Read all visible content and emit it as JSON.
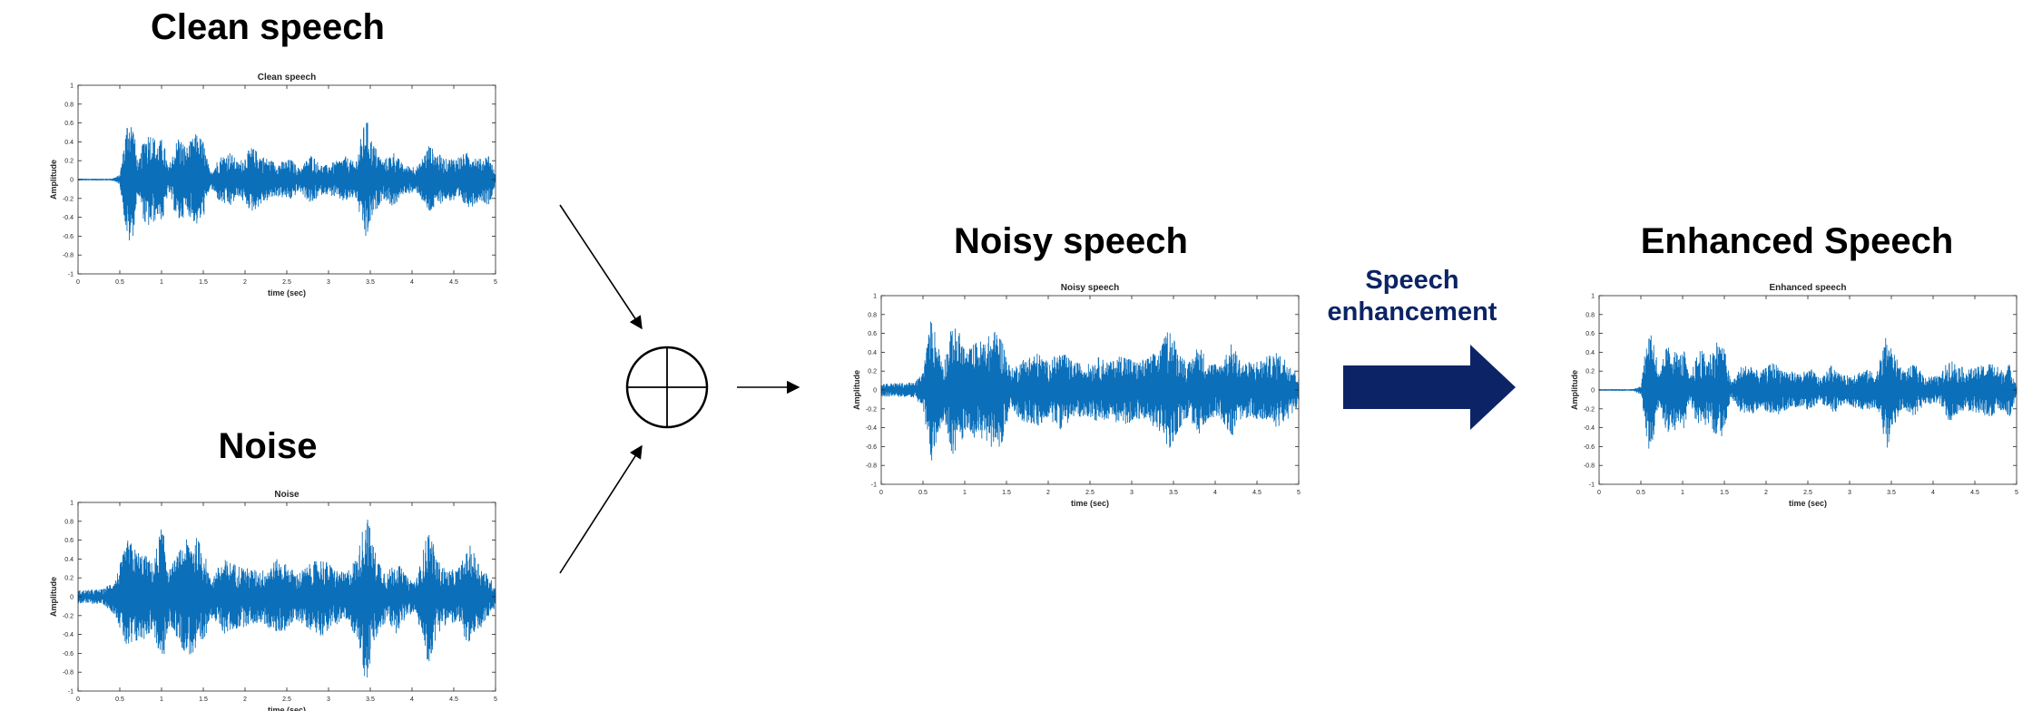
{
  "headings": {
    "clean": "Clean speech",
    "noise": "Noise",
    "noisy": "Noisy speech",
    "enhanced": "Enhanced Speech"
  },
  "process_label": {
    "line1": "Speech",
    "line2": "enhancement"
  },
  "colors": {
    "waveform": "#0b6fba",
    "arrow": "#0c2466",
    "axis": "#262626"
  },
  "chart_data": [
    {
      "id": "clean",
      "type": "line",
      "title": "Clean speech",
      "xlabel": "time (sec)",
      "ylabel": "Amplitude",
      "xlim": [
        0,
        5
      ],
      "ylim": [
        -1,
        1
      ],
      "xticks": [
        "0",
        "0.5",
        "1",
        "1.5",
        "2",
        "2.5",
        "3",
        "3.5",
        "4",
        "4.5",
        "5"
      ],
      "yticks": [
        "-1",
        "-0.8",
        "-0.6",
        "-0.4",
        "-0.2",
        "0",
        "0.2",
        "0.4",
        "0.6",
        "0.8",
        "1"
      ],
      "noise_floor": 0.01,
      "envelope": [
        [
          0.0,
          0.01
        ],
        [
          0.4,
          0.01
        ],
        [
          0.5,
          0.05
        ],
        [
          0.6,
          0.72
        ],
        [
          0.66,
          0.6
        ],
        [
          0.72,
          0.15
        ],
        [
          0.8,
          0.5
        ],
        [
          0.87,
          0.52
        ],
        [
          0.95,
          0.4
        ],
        [
          1.02,
          0.45
        ],
        [
          1.08,
          0.12
        ],
        [
          1.2,
          0.48
        ],
        [
          1.3,
          0.35
        ],
        [
          1.42,
          0.5
        ],
        [
          1.5,
          0.42
        ],
        [
          1.58,
          0.08
        ],
        [
          1.7,
          0.25
        ],
        [
          1.82,
          0.3
        ],
        [
          1.92,
          0.18
        ],
        [
          2.08,
          0.35
        ],
        [
          2.22,
          0.25
        ],
        [
          2.38,
          0.18
        ],
        [
          2.55,
          0.22
        ],
        [
          2.65,
          0.12
        ],
        [
          2.8,
          0.28
        ],
        [
          2.88,
          0.18
        ],
        [
          2.95,
          0.15
        ],
        [
          3.1,
          0.2
        ],
        [
          3.2,
          0.25
        ],
        [
          3.32,
          0.18
        ],
        [
          3.45,
          0.68
        ],
        [
          3.52,
          0.42
        ],
        [
          3.65,
          0.2
        ],
        [
          3.78,
          0.3
        ],
        [
          3.9,
          0.15
        ],
        [
          4.08,
          0.15
        ],
        [
          4.2,
          0.38
        ],
        [
          4.28,
          0.3
        ],
        [
          4.4,
          0.22
        ],
        [
          4.55,
          0.25
        ],
        [
          4.7,
          0.3
        ],
        [
          4.82,
          0.22
        ],
        [
          4.92,
          0.28
        ],
        [
          5.0,
          0.05
        ]
      ]
    },
    {
      "id": "noise",
      "type": "line",
      "title": "Noise",
      "xlabel": "time (sec)",
      "ylabel": "Amplitude",
      "xlim": [
        0,
        5
      ],
      "ylim": [
        -1,
        1
      ],
      "xticks": [
        "0",
        "0.5",
        "1",
        "1.5",
        "2",
        "2.5",
        "3",
        "3.5",
        "4",
        "4.5",
        "5"
      ],
      "yticks": [
        "-1",
        "-0.8",
        "-0.6",
        "-0.4",
        "-0.2",
        "0",
        "0.2",
        "0.4",
        "0.6",
        "0.8",
        "1"
      ],
      "noise_floor": 0.07,
      "envelope": [
        [
          0.0,
          0.07
        ],
        [
          0.3,
          0.08
        ],
        [
          0.45,
          0.2
        ],
        [
          0.6,
          0.62
        ],
        [
          0.7,
          0.5
        ],
        [
          0.8,
          0.45
        ],
        [
          0.9,
          0.35
        ],
        [
          1.0,
          0.78
        ],
        [
          1.1,
          0.3
        ],
        [
          1.28,
          0.6
        ],
        [
          1.4,
          0.65
        ],
        [
          1.5,
          0.55
        ],
        [
          1.58,
          0.2
        ],
        [
          1.75,
          0.4
        ],
        [
          1.9,
          0.35
        ],
        [
          2.05,
          0.3
        ],
        [
          2.2,
          0.28
        ],
        [
          2.38,
          0.4
        ],
        [
          2.5,
          0.35
        ],
        [
          2.62,
          0.25
        ],
        [
          2.78,
          0.35
        ],
        [
          2.92,
          0.42
        ],
        [
          3.08,
          0.3
        ],
        [
          3.2,
          0.25
        ],
        [
          3.35,
          0.45
        ],
        [
          3.45,
          0.95
        ],
        [
          3.55,
          0.5
        ],
        [
          3.7,
          0.25
        ],
        [
          3.8,
          0.4
        ],
        [
          3.95,
          0.2
        ],
        [
          4.05,
          0.18
        ],
        [
          4.2,
          0.75
        ],
        [
          4.3,
          0.4
        ],
        [
          4.42,
          0.28
        ],
        [
          4.55,
          0.3
        ],
        [
          4.7,
          0.55
        ],
        [
          4.85,
          0.3
        ],
        [
          5.0,
          0.12
        ]
      ]
    },
    {
      "id": "noisy",
      "type": "line",
      "title": "Noisy speech",
      "xlabel": "time (sec)",
      "ylabel": "Amplitude",
      "xlim": [
        0,
        5
      ],
      "ylim": [
        -1,
        1
      ],
      "xticks": [
        "0",
        "0.5",
        "1",
        "1.5",
        "2",
        "2.5",
        "3",
        "3.5",
        "4",
        "4.5",
        "5"
      ],
      "yticks": [
        "-1",
        "-0.8",
        "-0.6",
        "-0.4",
        "-0.2",
        "0",
        "0.2",
        "0.4",
        "0.6",
        "0.8",
        "1"
      ],
      "noise_floor": 0.07,
      "envelope": [
        [
          0.0,
          0.07
        ],
        [
          0.4,
          0.08
        ],
        [
          0.5,
          0.2
        ],
        [
          0.6,
          0.8
        ],
        [
          0.68,
          0.5
        ],
        [
          0.75,
          0.3
        ],
        [
          0.85,
          0.7
        ],
        [
          0.95,
          0.6
        ],
        [
          1.02,
          0.4
        ],
        [
          1.1,
          0.5
        ],
        [
          1.25,
          0.55
        ],
        [
          1.38,
          0.65
        ],
        [
          1.45,
          0.55
        ],
        [
          1.55,
          0.22
        ],
        [
          1.72,
          0.35
        ],
        [
          1.88,
          0.4
        ],
        [
          2.0,
          0.3
        ],
        [
          2.15,
          0.42
        ],
        [
          2.3,
          0.3
        ],
        [
          2.48,
          0.28
        ],
        [
          2.6,
          0.35
        ],
        [
          2.75,
          0.3
        ],
        [
          2.9,
          0.4
        ],
        [
          3.05,
          0.3
        ],
        [
          3.2,
          0.35
        ],
        [
          3.35,
          0.45
        ],
        [
          3.45,
          0.7
        ],
        [
          3.55,
          0.45
        ],
        [
          3.68,
          0.28
        ],
        [
          3.8,
          0.5
        ],
        [
          3.92,
          0.3
        ],
        [
          4.05,
          0.28
        ],
        [
          4.2,
          0.5
        ],
        [
          4.32,
          0.3
        ],
        [
          4.45,
          0.3
        ],
        [
          4.6,
          0.35
        ],
        [
          4.75,
          0.4
        ],
        [
          4.9,
          0.3
        ],
        [
          5.0,
          0.15
        ]
      ]
    },
    {
      "id": "enhanced",
      "type": "line",
      "title": "Enhanced speech",
      "xlabel": "time (sec)",
      "ylabel": "Amplitude",
      "xlim": [
        0,
        5
      ],
      "ylim": [
        -1,
        1
      ],
      "xticks": [
        "0",
        "0.5",
        "1",
        "1.5",
        "2",
        "2.5",
        "3",
        "3.5",
        "4",
        "4.5",
        "5"
      ],
      "yticks": [
        "-1",
        "-0.8",
        "-0.6",
        "-0.4",
        "-0.2",
        "0",
        "0.2",
        "0.4",
        "0.6",
        "0.8",
        "1"
      ],
      "noise_floor": 0.01,
      "envelope": [
        [
          0.0,
          0.01
        ],
        [
          0.4,
          0.01
        ],
        [
          0.5,
          0.05
        ],
        [
          0.6,
          0.72
        ],
        [
          0.66,
          0.55
        ],
        [
          0.72,
          0.15
        ],
        [
          0.8,
          0.45
        ],
        [
          0.87,
          0.48
        ],
        [
          0.95,
          0.38
        ],
        [
          1.02,
          0.42
        ],
        [
          1.08,
          0.12
        ],
        [
          1.2,
          0.45
        ],
        [
          1.3,
          0.35
        ],
        [
          1.42,
          0.55
        ],
        [
          1.5,
          0.45
        ],
        [
          1.58,
          0.08
        ],
        [
          1.7,
          0.25
        ],
        [
          1.82,
          0.28
        ],
        [
          1.92,
          0.18
        ],
        [
          2.08,
          0.3
        ],
        [
          2.22,
          0.22
        ],
        [
          2.38,
          0.18
        ],
        [
          2.55,
          0.22
        ],
        [
          2.65,
          0.12
        ],
        [
          2.8,
          0.28
        ],
        [
          2.88,
          0.18
        ],
        [
          2.95,
          0.15
        ],
        [
          3.1,
          0.2
        ],
        [
          3.2,
          0.22
        ],
        [
          3.32,
          0.18
        ],
        [
          3.45,
          0.62
        ],
        [
          3.52,
          0.4
        ],
        [
          3.65,
          0.2
        ],
        [
          3.78,
          0.28
        ],
        [
          3.9,
          0.15
        ],
        [
          4.08,
          0.15
        ],
        [
          4.2,
          0.35
        ],
        [
          4.28,
          0.28
        ],
        [
          4.4,
          0.22
        ],
        [
          4.55,
          0.25
        ],
        [
          4.7,
          0.3
        ],
        [
          4.82,
          0.22
        ],
        [
          4.92,
          0.28
        ],
        [
          5.0,
          0.05
        ]
      ]
    }
  ]
}
